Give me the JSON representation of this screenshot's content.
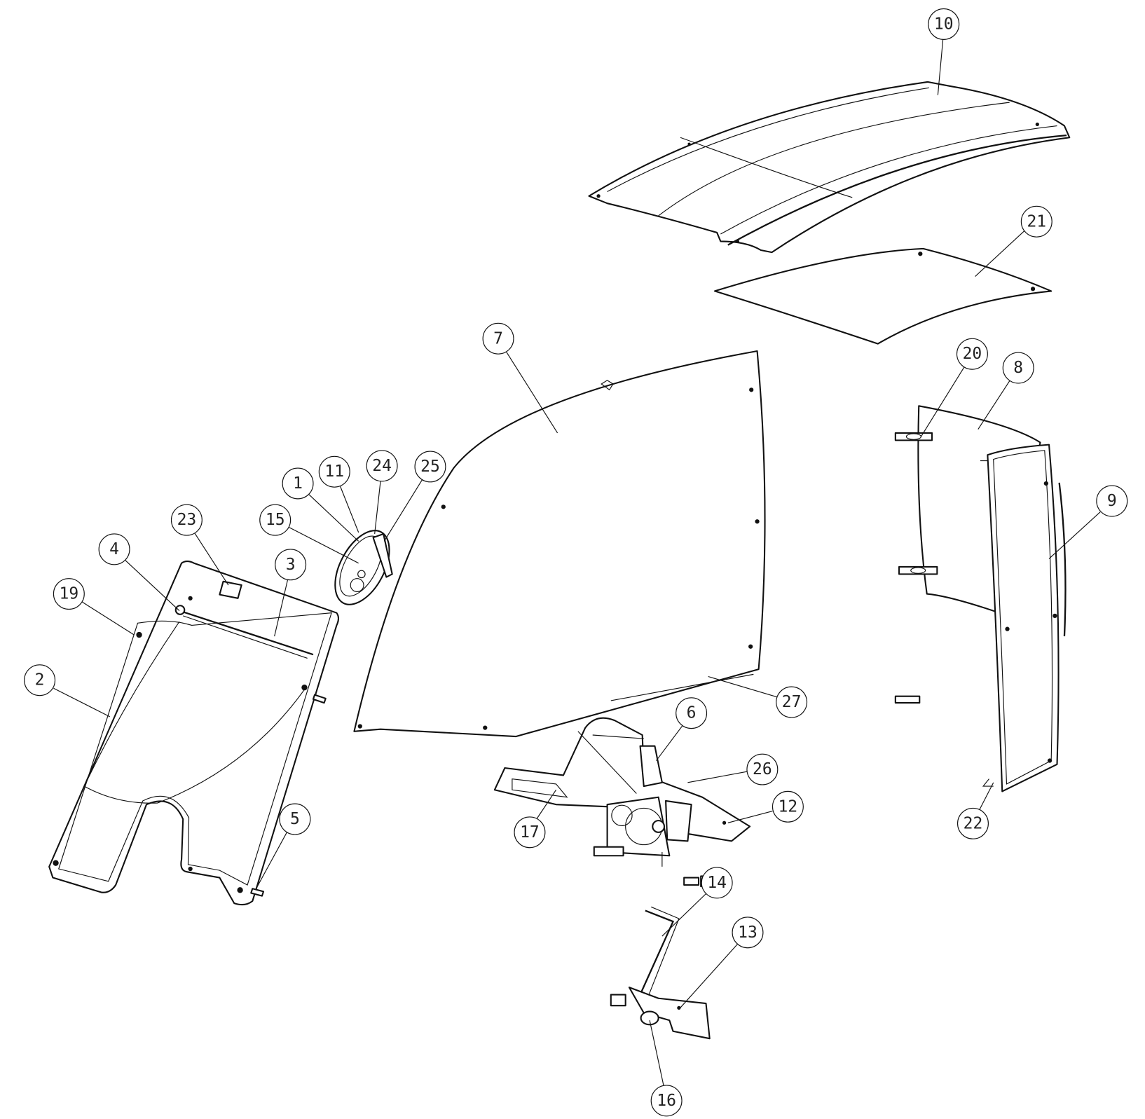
{
  "diagram": {
    "type": "exploded-parts-diagram",
    "callouts": [
      "10",
      "21",
      "7",
      "20",
      "8",
      "9",
      "1",
      "11",
      "24",
      "25",
      "23",
      "15",
      "4",
      "3",
      "19",
      "2",
      "27",
      "6",
      "26",
      "12",
      "17",
      "22",
      "5",
      "14",
      "13",
      "16"
    ]
  }
}
